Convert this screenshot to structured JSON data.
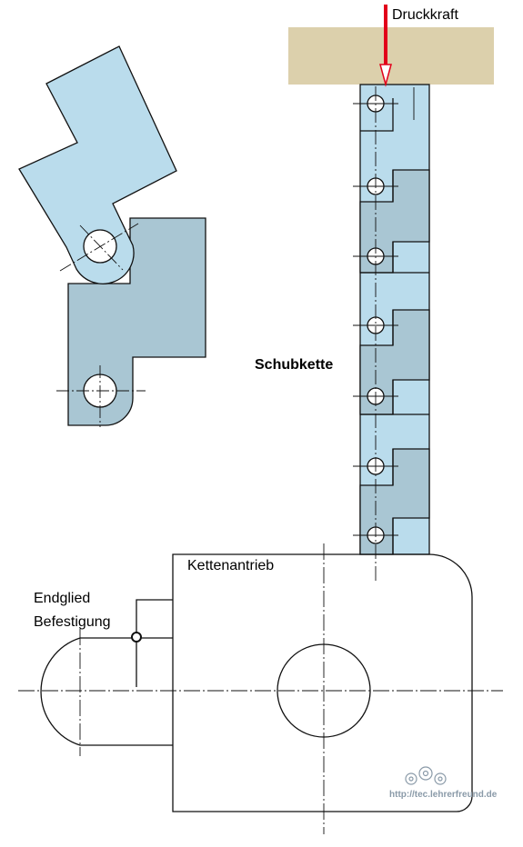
{
  "labels": {
    "force": "Druckkraft",
    "chain": "Schubkette",
    "drive": "Kettenantrieb",
    "end_link_line1": "Endglied",
    "end_link_line2": "Befestigung",
    "watermark": "http://tec.lehrerfreund.de"
  },
  "colors": {
    "light_blue": "#badcec",
    "mid_blue": "#a9c6d3",
    "beige": "#dcd0ac",
    "red": "#e2001a",
    "line": "#111111",
    "watermark": "#8a9aa8"
  }
}
